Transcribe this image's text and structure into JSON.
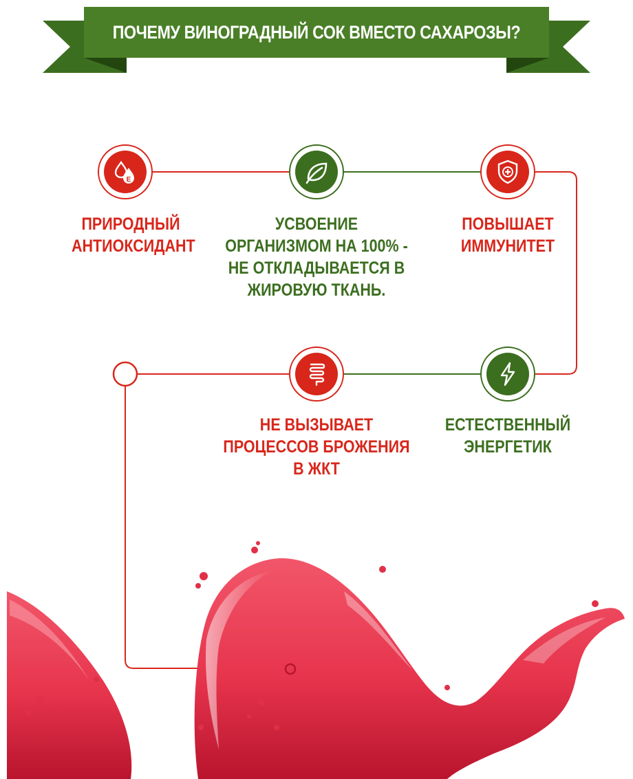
{
  "banner": {
    "title": "ПОЧЕМУ ВИНОГРАДНЫЙ СОК ВМЕСТО САХАРОЗЫ?",
    "color": "#3c6e1f",
    "dark_color": "#2d5716"
  },
  "colors": {
    "red": "#d8261b",
    "green": "#3c6e1f"
  },
  "benefits": [
    {
      "icon": "drops-e-icon",
      "color": "red",
      "lines": [
        "ПРИРОДНЫЙ",
        "АНТИОКСИДАНТ"
      ]
    },
    {
      "icon": "leaf-icon",
      "color": "green",
      "lines": [
        "УСВОЕНИЕ",
        "ОРГАНИЗМОМ НА 100% -",
        "НЕ ОТКЛАДЫВАЕТСЯ В",
        "ЖИРОВУЮ ТКАНЬ."
      ]
    },
    {
      "icon": "shield-cross-icon",
      "color": "red",
      "lines": [
        "ПОВЫШАЕТ",
        "ИММУНИТЕТ"
      ]
    },
    {
      "icon": "lightning-icon",
      "color": "green",
      "lines": [
        "ЕСТЕСТВЕННЫЙ",
        "ЭНЕРГЕТИК"
      ]
    },
    {
      "icon": "intestine-icon",
      "color": "red",
      "lines": [
        "НЕ ВЫЗЫВАЕТ",
        "ПРОЦЕССОВ БРОЖЕНИЯ",
        "В ЖКТ"
      ]
    }
  ]
}
